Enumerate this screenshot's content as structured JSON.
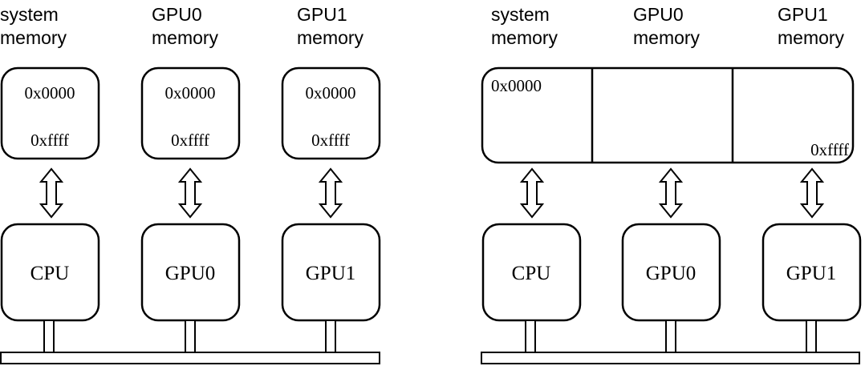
{
  "left": {
    "memories": [
      {
        "label_1": "system",
        "label_2": "memory",
        "addr_start": "0x0000",
        "addr_end": "0xffff"
      },
      {
        "label_1": "GPU0",
        "label_2": "memory",
        "addr_start": "0x0000",
        "addr_end": "0xffff"
      },
      {
        "label_1": "GPU1",
        "label_2": "memory",
        "addr_start": "0x0000",
        "addr_end": "0xffff"
      }
    ],
    "processors": [
      "CPU",
      "GPU0",
      "GPU1"
    ]
  },
  "right": {
    "memories": [
      {
        "label_1": "system",
        "label_2": "memory"
      },
      {
        "label_1": "GPU0",
        "label_2": "memory"
      },
      {
        "label_1": "GPU1",
        "label_2": "memory"
      }
    ],
    "addr_start": "0x0000",
    "addr_end": "0xffff",
    "processors": [
      "CPU",
      "GPU0",
      "GPU1"
    ]
  }
}
